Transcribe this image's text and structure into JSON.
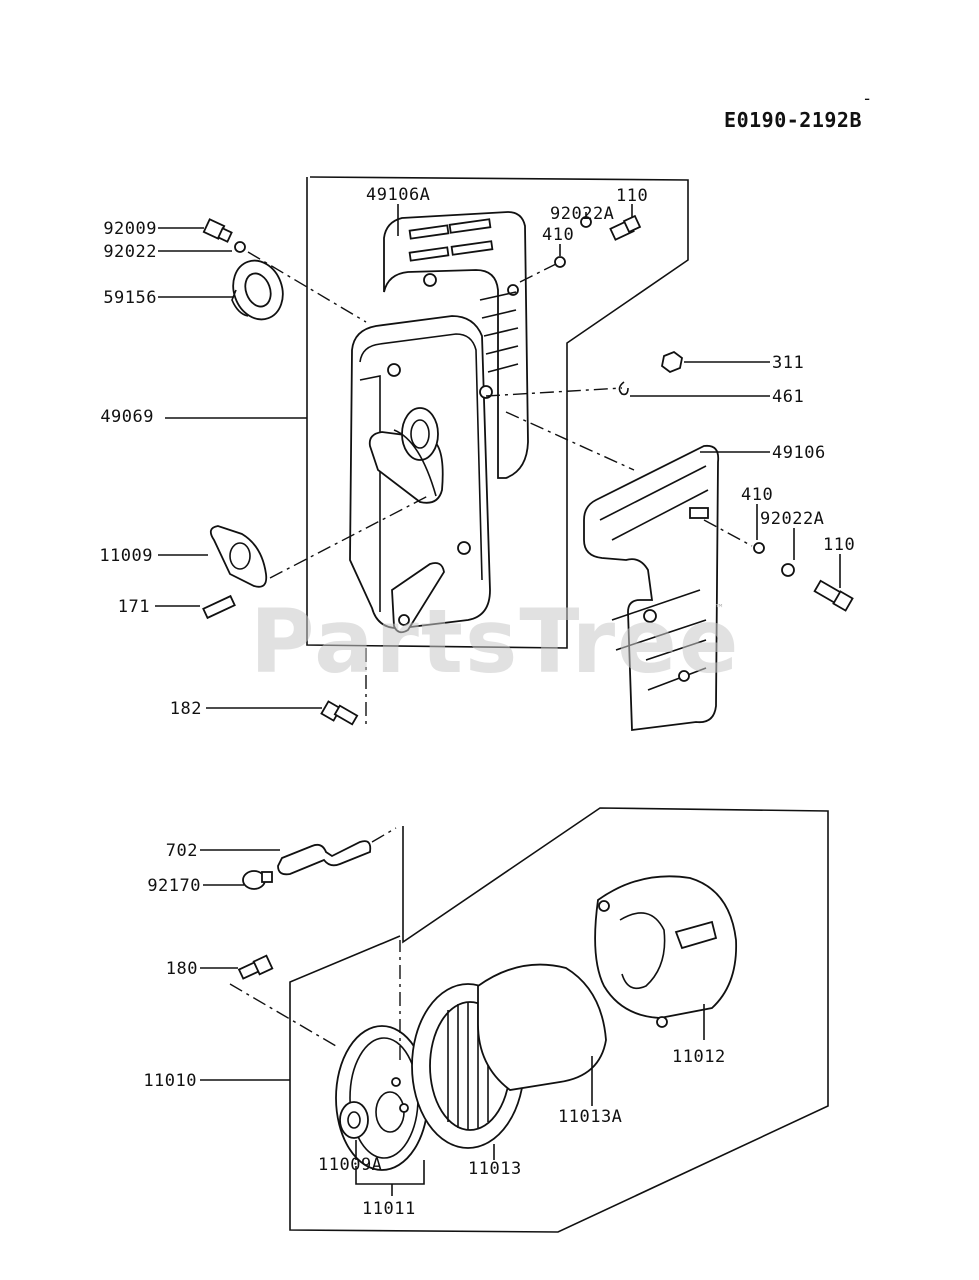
{
  "diagram_code": "E0190-2192B",
  "watermark": "PartsTree",
  "watermark_tm": "™",
  "callouts": {
    "c_49106A": "49106A",
    "c_92009": "92009",
    "c_92022": "92022",
    "c_59156": "59156",
    "c_92022A_top": "92022A",
    "c_410_top": "410",
    "c_110_top": "110",
    "c_311": "311",
    "c_461": "461",
    "c_49069": "49069",
    "c_49106": "49106",
    "c_410_right": "410",
    "c_92022A_right": "92022A",
    "c_110_right": "110",
    "c_11009": "11009",
    "c_171": "171",
    "c_182": "182",
    "c_702": "702",
    "c_92170": "92170",
    "c_180": "180",
    "c_11010": "11010",
    "c_11012": "11012",
    "c_11013A": "11013A",
    "c_11013": "11013",
    "c_11009A": "11009A",
    "c_11011": "11011"
  }
}
